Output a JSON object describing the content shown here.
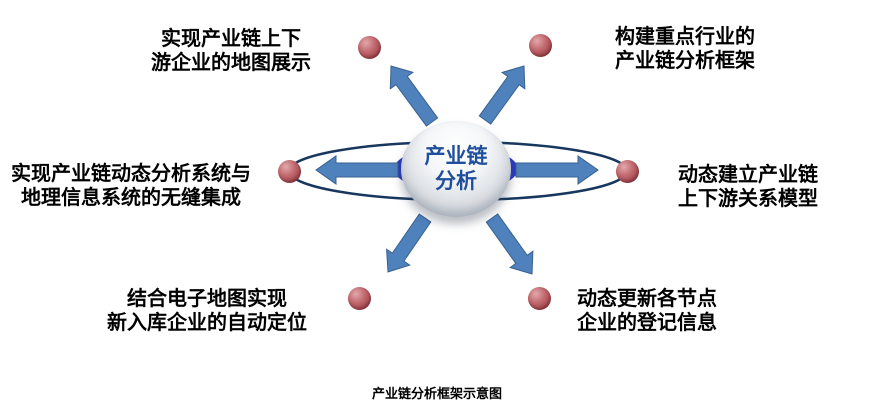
{
  "caption": "产业链分析框架示意图",
  "center": {
    "label": "产业链\n分析"
  },
  "labels": {
    "top_left": "实现产业链上下\n游企业的地图展示",
    "top_right": "构建重点行业的\n产业链分析框架",
    "left": "实现产业链动态分析系统与\n地理信息系统的无缝集成",
    "right": "动态建立产业链\n上下游关系模型",
    "bottom_left": "结合电子地图实现\n新入库企业的自动定位",
    "bottom_right": "动态更新各节点\n企业的登记信息"
  },
  "colors": {
    "arrow": "#4f81bd",
    "arrow_edge": "#38618f",
    "node_red": "#b2555b",
    "ellipse_stroke": "#17375e",
    "back_ellipse": "#2b38c0",
    "center_text": "#1f4e9c"
  }
}
